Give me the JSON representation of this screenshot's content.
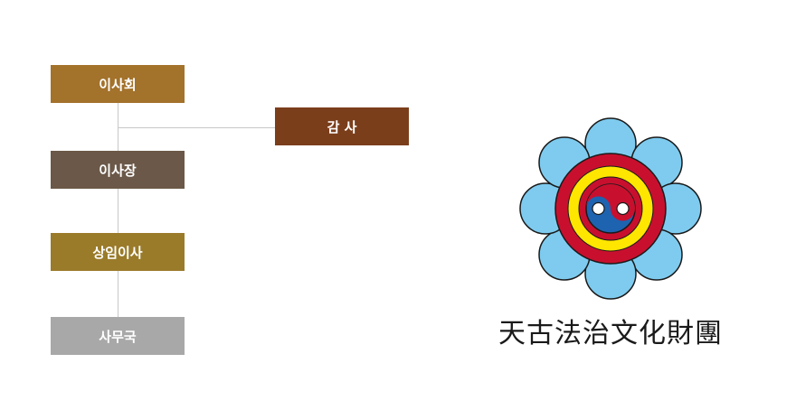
{
  "org_chart": {
    "board": {
      "label": "이사회",
      "color": "#a3722b"
    },
    "auditor": {
      "label": "감 사",
      "color": "#7b3e1b"
    },
    "chairman": {
      "label": "이사장",
      "color": "#6b5848"
    },
    "standing_director": {
      "label": "상임이사",
      "color": "#9a7b2a"
    },
    "secretariat": {
      "label": "사무국",
      "color": "#a8a8a8"
    }
  },
  "logo": {
    "organization_name": "天古法治文化財團",
    "colors": {
      "petals": "#7ecbef",
      "outer_ring": "#c8102e",
      "middle_ring": "#ffe600",
      "taeguk_red": "#c8102e",
      "taeguk_blue": "#1e63b0",
      "outline": "#1a1a1a"
    }
  }
}
